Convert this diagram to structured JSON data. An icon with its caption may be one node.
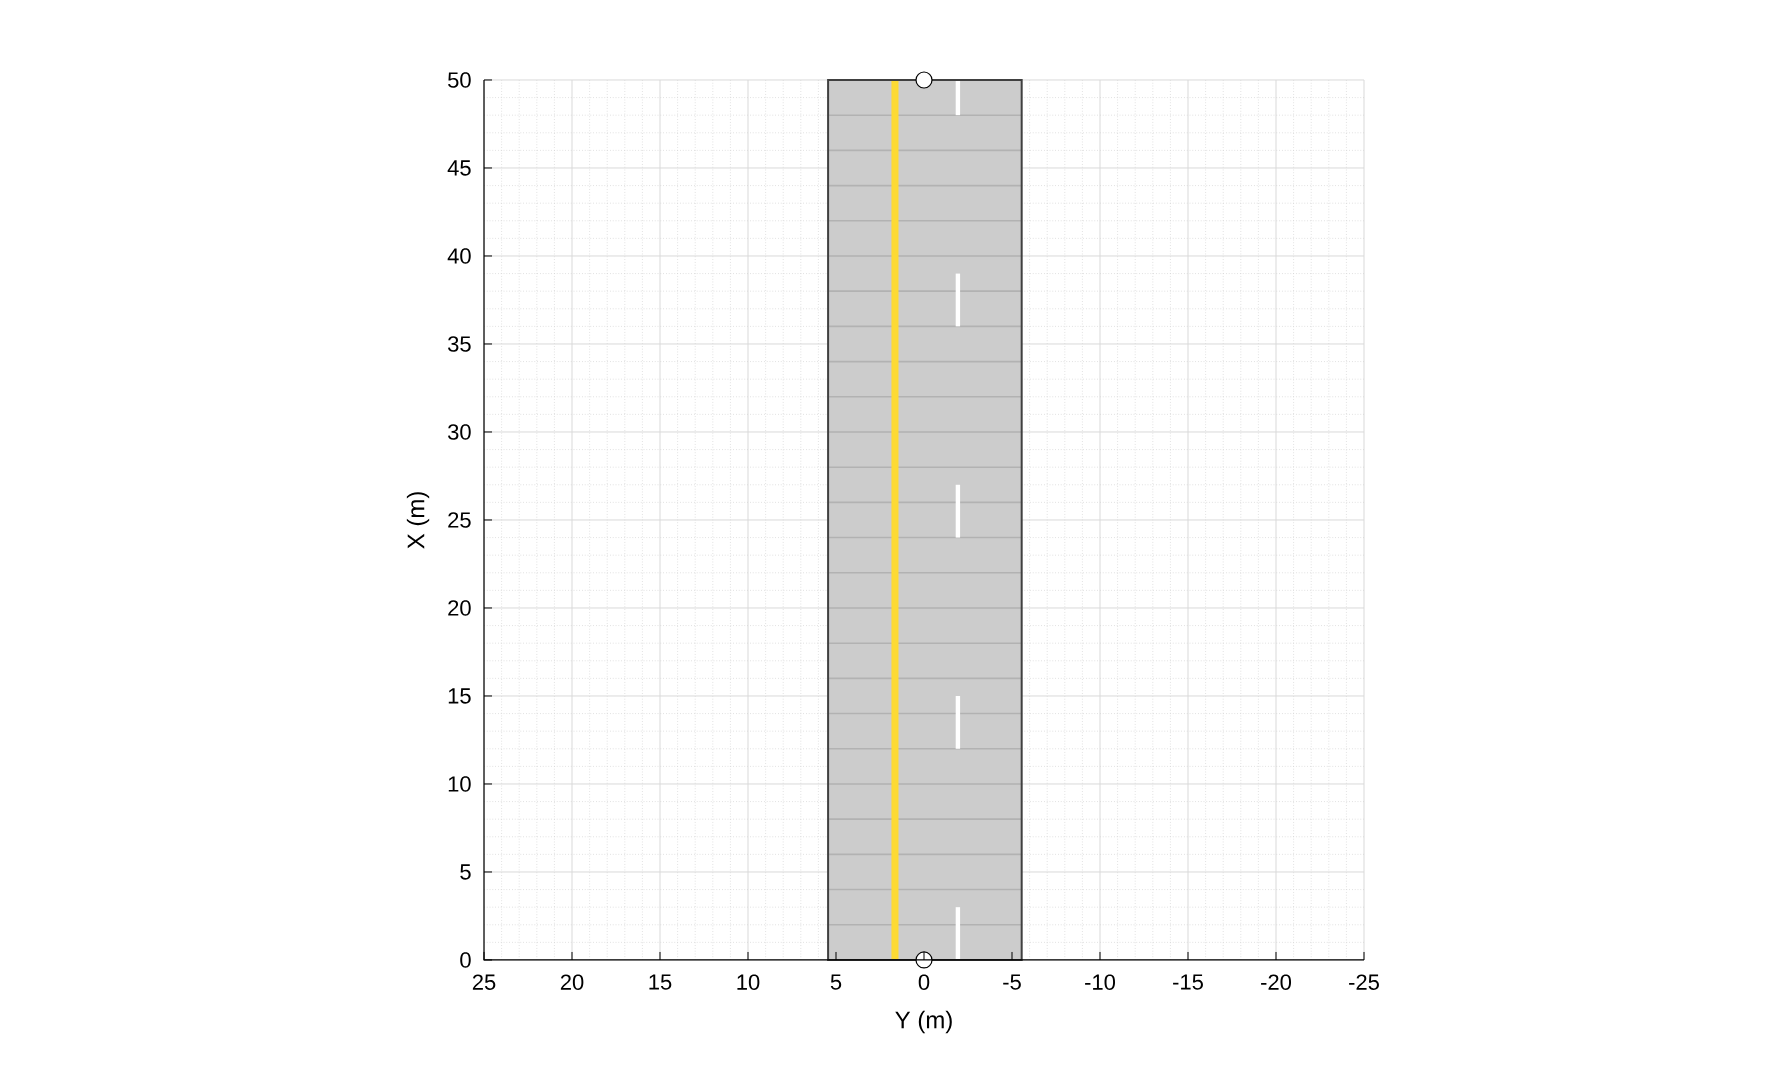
{
  "diagram": {
    "labels": [
      "0",
      "5",
      "10",
      "15",
      "20",
      "25",
      "30",
      "35",
      "40",
      "45",
      "50",
      "25",
      "20",
      "15",
      "10",
      "5",
      "0",
      "-5",
      "-10",
      "-15",
      "-20",
      "-25",
      "X (m)",
      "Y (m)"
    ]
  }
}
